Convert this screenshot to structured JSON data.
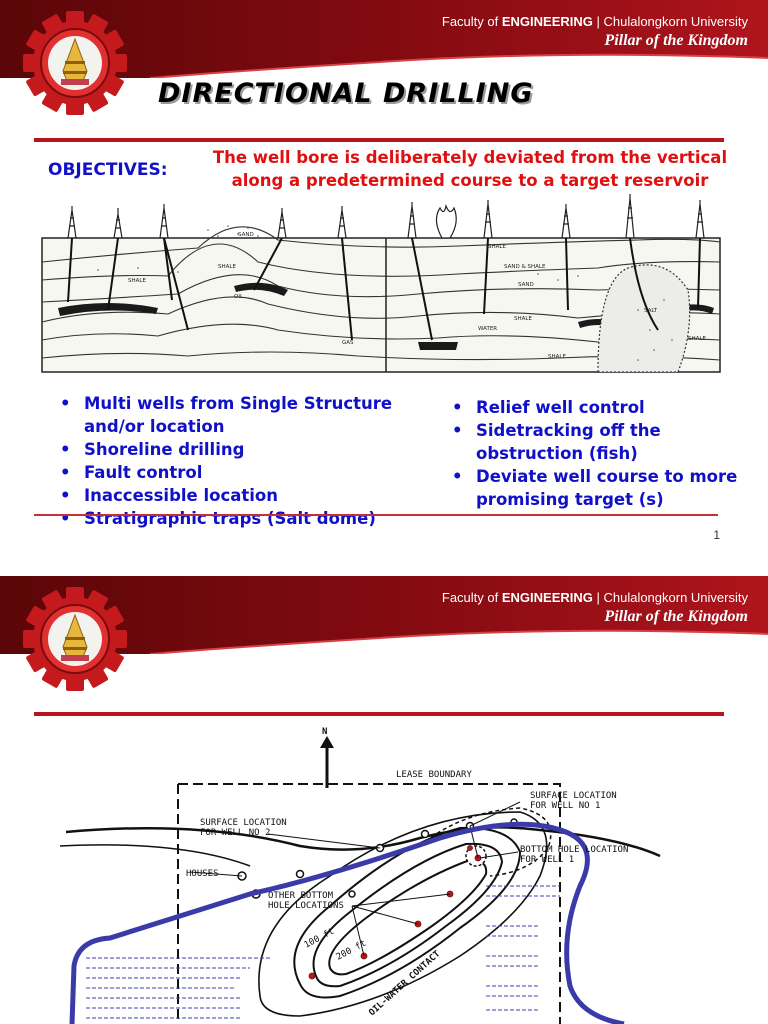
{
  "header": {
    "faculty_prefix": "Faculty of ",
    "faculty_bold": "ENGINEERING",
    "university": " | Chulalongkorn University",
    "motto": "Pillar of the Kingdom",
    "colors": {
      "dark_red": "#7a0a10",
      "red": "#b8141e",
      "gold": "#e8b63a"
    }
  },
  "slide1": {
    "title": "DIRECTIONAL DRILLING",
    "objectives_label": "OBJECTIVES:",
    "objectives_text_line1": "The well bore is deliberately deviated from the vertical",
    "objectives_text_line2": "along a predetermined course to a target reservoir",
    "diagram_labels": [
      "SAND",
      "SHALE",
      "OIL",
      "SHALE",
      "SAND & SHALE",
      "SAND",
      "SHALE",
      "SALT",
      "SHALE",
      "WATER",
      "GAS",
      "OIL",
      "SHALE",
      "SHALE"
    ],
    "bullets_left": [
      "Multi wells from Single Structure and/or location",
      "Shoreline drilling",
      "Fault control",
      "Inaccessible location",
      "Stratigraphic traps (Salt dome)"
    ],
    "bullets_right": [
      "Relief well control",
      "Sidetracking off the obstruction (fish)",
      "Deviate well course to more promising target (s)"
    ],
    "page_number": "1"
  },
  "slide2": {
    "map_labels": {
      "north": "N",
      "lease_boundary": "LEASE BOUNDARY",
      "surface_well1_a": "SURFACE LOCATION",
      "surface_well1_b": "FOR WELL NO 1",
      "surface_well2_a": "SURFACE LOCATION",
      "surface_well2_b": "FOR WELL NO 2",
      "bottom_hole_a": "BOTTOM HOLE LOCATION",
      "bottom_hole_b": "FOR WELL 1",
      "houses": "HOUSES",
      "other_bottom_a": "OTHER BOTTOM",
      "other_bottom_b": "HOLE LOCATIONS",
      "contour_100": "100 ft",
      "contour_200": "200 ft",
      "owc": "OIL-WATER CONTACT"
    },
    "shoreline_color": "#3a3aa8",
    "target_color": "#c01818"
  }
}
